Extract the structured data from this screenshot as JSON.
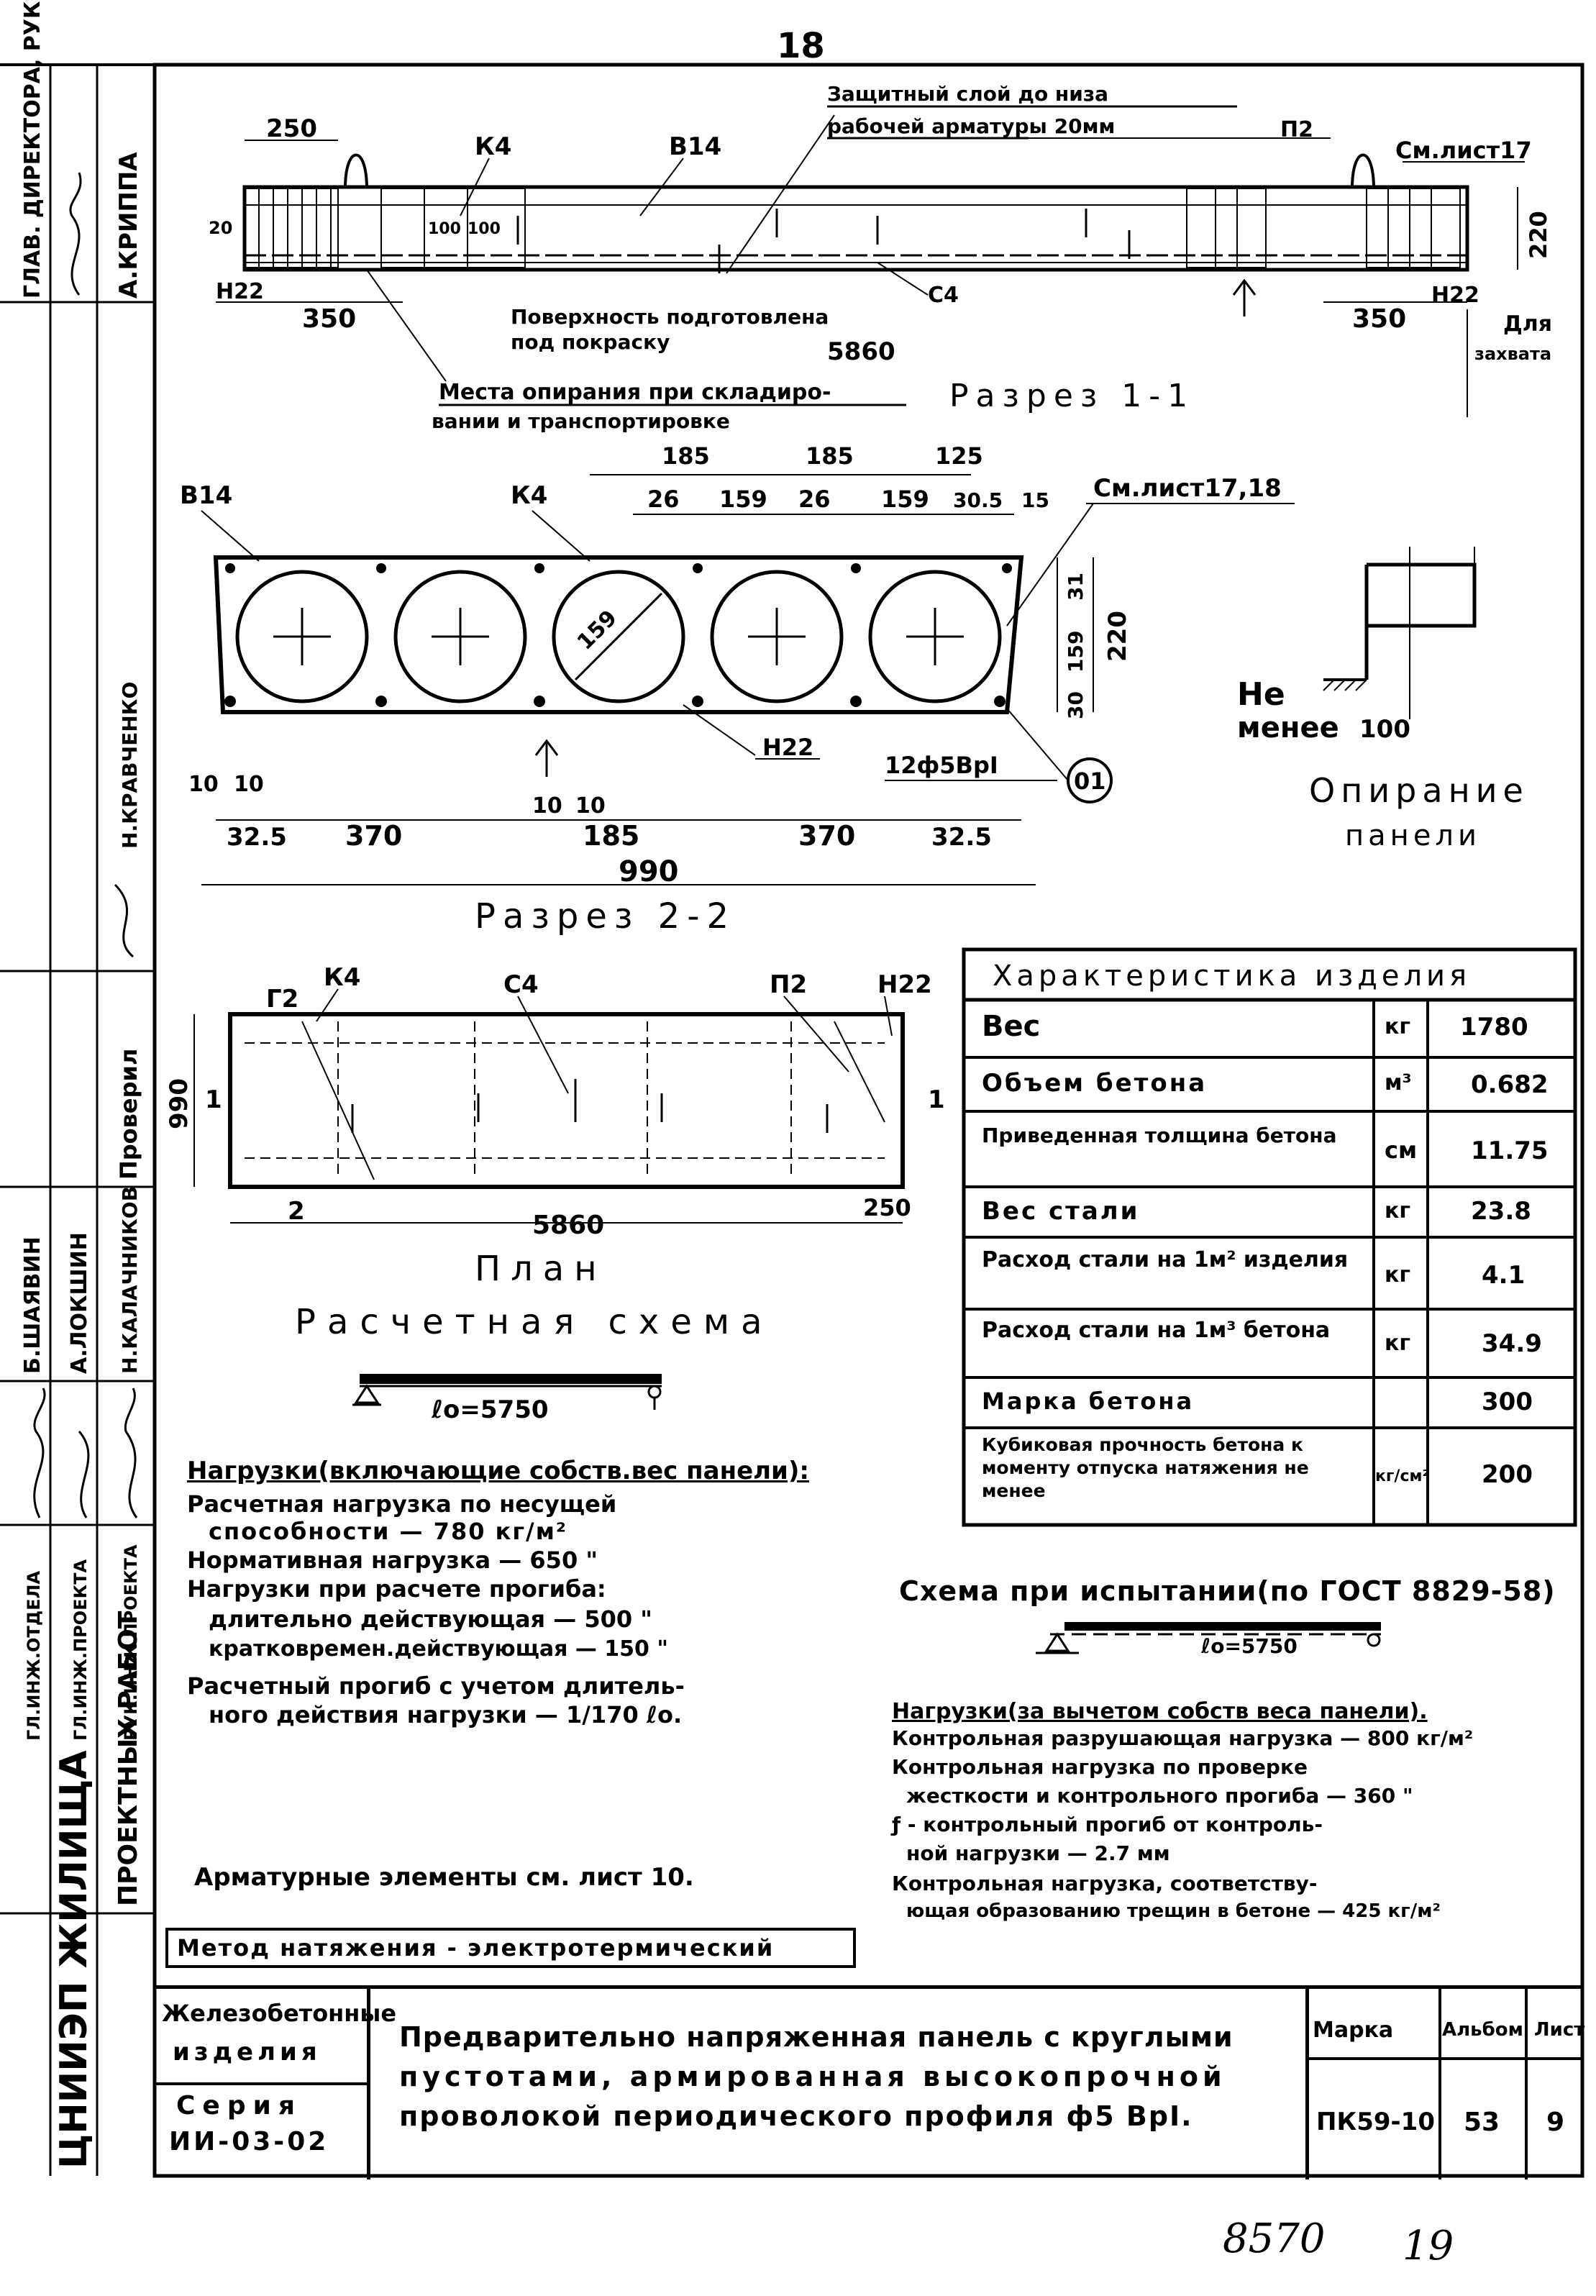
{
  "page_number": "18",
  "footer": {
    "left": "8570",
    "right": "19"
  },
  "left_strip": {
    "org_top": "ГЛАВ. ДИРЕКТОРА, РУКОВ. ОТДЕЛЕНИЯ",
    "org_top_name": "А.КРИППА",
    "labels": [
      "Проверил",
      "Н.КРАВЧЕНКО",
      "Б.ШАЯВИН",
      "А.ЛОКШИН",
      "Н.КАЛАЧНИКОВ",
      "ГЛ.ИНЖ.ОТДЕЛА",
      "ГЛ.ИНЖ.ПРОЕКТА",
      "РУК.ИНЖ.ПРОЕКТА"
    ],
    "org_name": "ЦНИИЭП ЖИЛИЩА",
    "org_sub": "ПРОЕКТНЫХ РАБОТ"
  },
  "section1": {
    "top_note_1": "Защитный слой до низа",
    "top_note_2": "рабочей арматуры 20мм",
    "labels": {
      "dim_250": "250",
      "k4": "К4",
      "b14": "В14",
      "p2": "П2",
      "sheet17": "См.лист17",
      "dim_20": "20",
      "dim_100_a": "100",
      "dim_100_b": "100",
      "dim_220": "220",
      "n22_left": "Н22",
      "n22_right": "Н22",
      "c4": "С4",
      "dim_350_left": "350",
      "dim_350_right": "350",
      "dim_5860": "5860",
      "surface_1": "Поверхность подготовлена",
      "surface_2": "под покраску",
      "grip_1": "Для",
      "grip_2": "захвата",
      "support_1": "Места опирания при складиро-",
      "support_2": "вании и транспортировке",
      "title": "Разрез 1-1"
    }
  },
  "section2": {
    "labels": {
      "b14": "В14",
      "k4": "К4",
      "sheet1718": "См.лист17,18",
      "d185a": "185",
      "d185b": "185",
      "d125": "125",
      "d26a": "26",
      "d159a": "159",
      "d26b": "26",
      "d159b": "159",
      "d305": "30.5",
      "d15": "15",
      "dia": "159",
      "d31": "31",
      "d159v": "159",
      "d30": "30",
      "d220": "220",
      "n22": "Н22",
      "rebar": "12ф5ВрⅠ",
      "callout": "01",
      "d10a": "10",
      "d10b": "10",
      "d10c": "10",
      "d10d": "10",
      "d325a": "32.5",
      "d370a": "370",
      "d185c": "185",
      "d370b": "370",
      "d325b": "32.5",
      "d990": "990",
      "title": "Разрез 2-2"
    }
  },
  "support_detail": {
    "line1": "Не",
    "line2": "менее",
    "dim": "100",
    "caption_1": "Опирание",
    "caption_2": "панели"
  },
  "plan": {
    "labels": {
      "c2": "Г2",
      "k4": "К4",
      "c4": "С4",
      "p2": "П2",
      "n22": "Н22",
      "d990": "990",
      "cut_left": "1",
      "cut_right": "1",
      "d2": "2",
      "d5860": "5860",
      "d250": "250",
      "title": "План"
    }
  },
  "characteristics": {
    "title": "Характеристика изделия",
    "rows": [
      {
        "name": "Вес",
        "unit": "кг",
        "value": "1780"
      },
      {
        "name": "Объем бетона",
        "unit": "м³",
        "value": "0.682"
      },
      {
        "name": "Приведенная толщина бетона",
        "unit": "см",
        "value": "11.75"
      },
      {
        "name": "Вес стали",
        "unit": "кг",
        "value": "23.8"
      },
      {
        "name": "Расход стали на 1м² изделия",
        "unit": "кг",
        "value": "4.1"
      },
      {
        "name": "Расход стали на 1м³ бетона",
        "unit": "кг",
        "value": "34.9"
      },
      {
        "name": "Марка бетона",
        "unit": "",
        "value": "300"
      },
      {
        "name": "Кубиковая прочность бетона к моменту отпуска натяжения не менее",
        "unit": "кг/см²",
        "value": "200"
      }
    ]
  },
  "calc_scheme": {
    "title": "Расчетная схема",
    "span": "ℓo=5750",
    "loads_header": "Нагрузки(включающие собств.вес панели):",
    "lines": [
      "Расчетная нагрузка по несущей",
      "способности — 780 кг/м²",
      "Нормативная нагрузка — 650 \"",
      "Нагрузки при расчете прогиба:",
      "длительно действующая — 500 \"",
      "кратковремен.действующая — 150 \"",
      "Расчетный прогиб с учетом длитель-",
      "ного действия нагрузки — 1/170 ℓo."
    ],
    "rebar_note": "Арматурные элементы см. лист 10."
  },
  "test_scheme": {
    "title": "Схема при испытании(по ГОСТ 8829-58)",
    "span": "ℓo=5750",
    "lines": [
      "Нагрузки(за вычетом собств веса панели).",
      "Контрольная разрушающая нагрузка — 800 кг/м²",
      "Контрольная нагрузка по проверке",
      "жесткости и контрольного прогиба — 360 \"",
      "ƒ - контрольный прогиб от контроль-",
      "ной нагрузки — 2.7 мм",
      "Контрольная нагрузка, соответству-",
      "ющая образованию трещин в бетоне — 425 кг/м²"
    ]
  },
  "method": "Метод натяжения - электротермический",
  "title_block": {
    "type_1": "Железобетонные",
    "type_2": "изделия",
    "series_1": "Серия",
    "series_2": "ИИ-03-02",
    "desc_1": "Предварительно напряженная панель с круглыми",
    "desc_2": "пустотами, армированная высокопрочной",
    "desc_3": "проволокой периодического профиля ф5 ВрⅠ.",
    "h_mark": "Марка",
    "h_album": "Альбом",
    "h_sheet": "Лист",
    "mark": "ПК59-10",
    "album": "53",
    "sheet": "9"
  }
}
